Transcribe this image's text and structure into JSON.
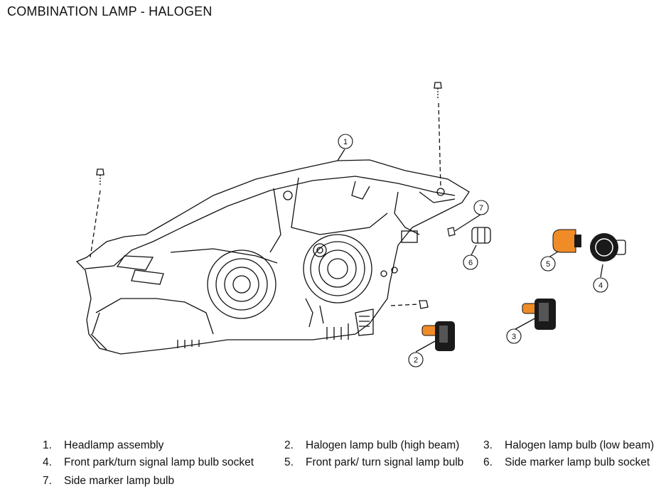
{
  "page": {
    "title": "COMBINATION LAMP - HALOGEN"
  },
  "callouts": [
    "1",
    "2",
    "3",
    "4",
    "5",
    "6",
    "7"
  ],
  "legend": [
    {
      "num": "1.",
      "label": "Headlamp assembly"
    },
    {
      "num": "2.",
      "label": "Halogen lamp bulb (high beam)"
    },
    {
      "num": "3.",
      "label": "Halogen lamp bulb (low beam)"
    },
    {
      "num": "4.",
      "label": "Front park/turn signal lamp bulb socket"
    },
    {
      "num": "5.",
      "label": "Front park/ turn signal lamp bulb"
    },
    {
      "num": "6.",
      "label": "Side marker lamp bulb socket"
    },
    {
      "num": "7.",
      "label": "Side marker lamp bulb"
    }
  ],
  "colors": {
    "bulb_amber": "#f08c28",
    "socket_black": "#1a1a1a",
    "line": "#111111"
  }
}
